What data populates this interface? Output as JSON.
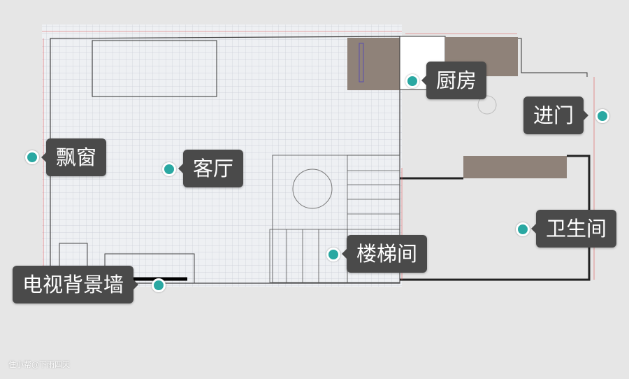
{
  "labels": {
    "kitchen": "厨房",
    "entrance": "进门",
    "bay_window": "飘窗",
    "living_room": "客厅",
    "bathroom": "卫生间",
    "stairwell": "楼梯间",
    "tv_wall": "电视背景墙"
  },
  "watermark": "住小帮@下雨四天",
  "colors": {
    "tag_bg": "#4a4a4a",
    "dot": "#2aa8a2",
    "wall_fill": "#8f8279"
  }
}
